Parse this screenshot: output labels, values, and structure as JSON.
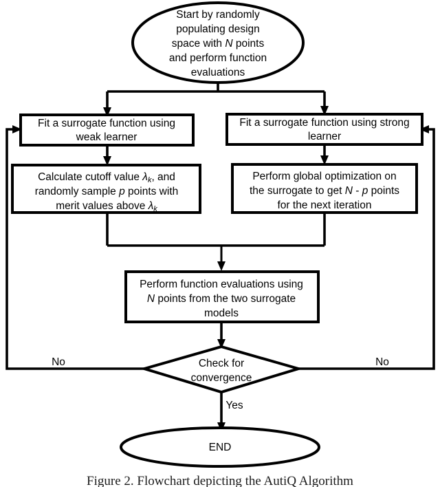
{
  "figure": {
    "caption": "Figure 2. Flowchart depicting the AutiQ Algorithm",
    "background_color": "#ffffff",
    "line_color": "#000000"
  },
  "chart_data": {
    "type": "diagram",
    "diagram_kind": "flowchart",
    "title": "Figure 2. Flowchart depicting the AutiQ Algorithm",
    "nodes": [
      {
        "id": "start",
        "shape": "ellipse",
        "lines": [
          "Start by randomly",
          "populating design",
          "space with N points",
          "and perform function",
          "evaluations"
        ]
      },
      {
        "id": "fit-weak",
        "shape": "rectangle",
        "lines": [
          "Fit a surrogate function using",
          "weak learner"
        ]
      },
      {
        "id": "fit-strong",
        "shape": "rectangle",
        "lines": [
          "Fit a surrogate function using strong",
          "learner"
        ]
      },
      {
        "id": "cutoff",
        "shape": "rectangle",
        "lines": [
          "Calculate cutoff value λk, and",
          "randomly sample p points with",
          "merit values above λk"
        ]
      },
      {
        "id": "global-opt",
        "shape": "rectangle",
        "lines": [
          "Perform global optimization on",
          "the surrogate to get N - p points",
          "for the next iteration"
        ]
      },
      {
        "id": "evaluate",
        "shape": "rectangle",
        "lines": [
          "Perform function evaluations using",
          "N points from the two surrogate",
          "models"
        ]
      },
      {
        "id": "decision",
        "shape": "diamond",
        "lines": [
          "Check for",
          "convergence"
        ]
      },
      {
        "id": "end",
        "shape": "ellipse",
        "lines": [
          "END"
        ]
      }
    ],
    "edge_labels": {
      "no_left": "No",
      "no_right": "No",
      "yes": "Yes"
    },
    "edges": [
      {
        "from": "start",
        "to": "fit-weak",
        "label": ""
      },
      {
        "from": "start",
        "to": "fit-strong",
        "label": ""
      },
      {
        "from": "fit-weak",
        "to": "cutoff",
        "label": ""
      },
      {
        "from": "fit-strong",
        "to": "global-opt",
        "label": ""
      },
      {
        "from": "cutoff",
        "to": "evaluate",
        "label": ""
      },
      {
        "from": "global-opt",
        "to": "evaluate",
        "label": ""
      },
      {
        "from": "evaluate",
        "to": "decision",
        "label": ""
      },
      {
        "from": "decision",
        "to": "fit-weak",
        "label": "No"
      },
      {
        "from": "decision",
        "to": "fit-strong",
        "label": "No"
      },
      {
        "from": "decision",
        "to": "end",
        "label": "Yes"
      }
    ]
  },
  "nodes": {
    "start": {
      "line1": "Start by randomly",
      "line2": "populating design",
      "line3a": "space with ",
      "line3b": "N",
      "line3c": " points",
      "line4": "and perform function",
      "line5": "evaluations"
    },
    "fit_weak": {
      "line1": "Fit a surrogate function using",
      "line2": "weak learner"
    },
    "fit_strong": {
      "line1": "Fit a surrogate function using strong",
      "line2": "learner"
    },
    "cutoff": {
      "line1a": "Calculate cutoff value ",
      "line1b": "λ",
      "line1c": "k",
      "line1d": ", and",
      "line2a": "randomly sample ",
      "line2b": "p",
      "line2c": " points with",
      "line3a": "merit values above ",
      "line3b": "λ",
      "line3c": "k"
    },
    "global_opt": {
      "line1": "Perform global optimization on",
      "line2a": "the surrogate to get ",
      "line2b": "N",
      "line2c": " - ",
      "line2d": "p",
      "line2e": " points",
      "line3": "for the next iteration"
    },
    "evaluate": {
      "line1": "Perform function evaluations using",
      "line2a": "N",
      "line2b": " points from the two surrogate",
      "line3": "models"
    },
    "decision": {
      "line1": "Check for",
      "line2": "convergence"
    },
    "end": {
      "label": "END"
    }
  },
  "labels": {
    "no_left": "No",
    "no_right": "No",
    "yes": "Yes"
  }
}
